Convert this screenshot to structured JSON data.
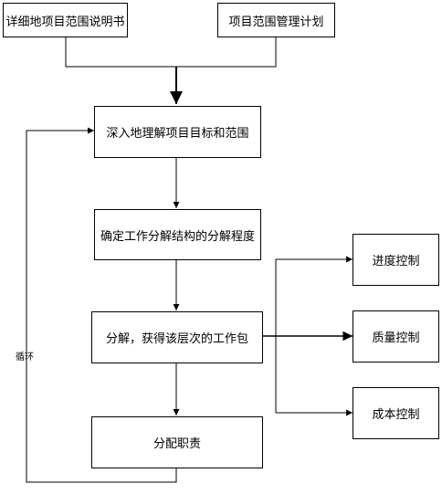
{
  "nodes": {
    "spec": "详细地项目范围说明书",
    "plan": "项目范围管理计划",
    "understand": "深入地理解项目目标和范围",
    "determine": "确定工作分解结构的分解程度",
    "decompose": "分解，获得该层次的工作包",
    "assign": "分配职责",
    "schedule": "进度控制",
    "quality": "质量控制",
    "cost": "成本控制"
  },
  "loop_label": "循环"
}
